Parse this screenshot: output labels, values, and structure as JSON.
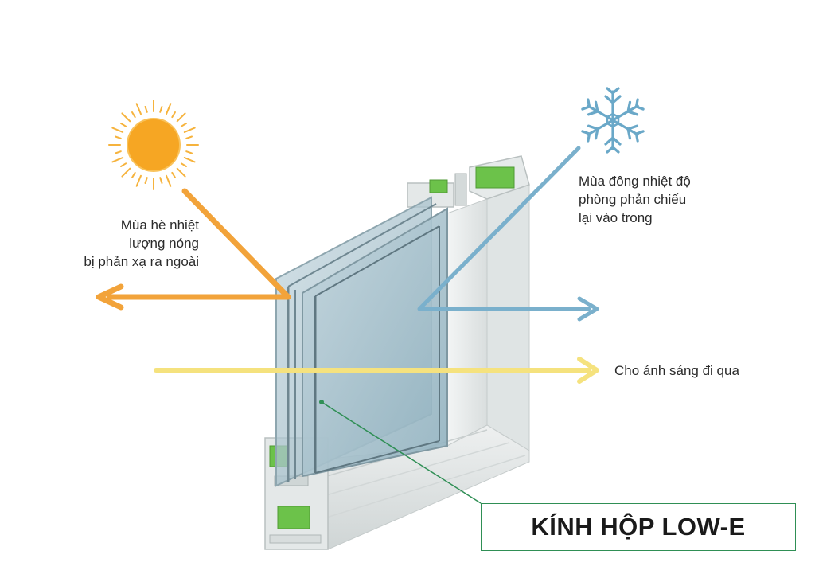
{
  "labels": {
    "summer": [
      "Mùa hè nhiệt",
      "lượng nóng",
      "bị phản xạ ra ngoài"
    ],
    "winter": [
      "Mùa đông nhiệt độ",
      "phòng phản chiếu",
      "lại vào trong"
    ],
    "light": "Cho ánh sáng đi qua",
    "product": "KÍNH HỘP LOW-E"
  },
  "colors": {
    "summer_arrow": "#f2a33a",
    "winter_arrow": "#7ab0cc",
    "light_arrow": "#f5e27e",
    "leader_line": "#2f8f55",
    "sun": "#f6a623",
    "snowflake": "#6aa8c8",
    "glass": "#a9c3cf",
    "frame": "#e9ecec",
    "insulation": "#6cc24a"
  },
  "icons": {
    "sun": "sun-icon",
    "snow": "snowflake-icon"
  }
}
